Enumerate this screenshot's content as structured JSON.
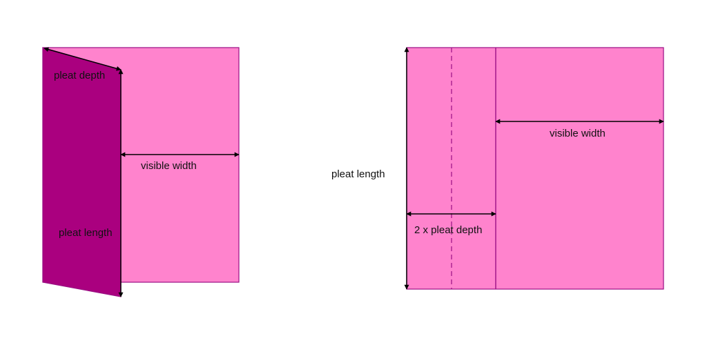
{
  "colors": {
    "panel_fill": "#ff83cd",
    "fold_fill": "#aa007f",
    "outline": "#9a0f84",
    "arrow": "#000000"
  },
  "left_diagram": {
    "label_pleat_depth": "pleat depth",
    "label_visible_width": "visible width",
    "label_pleat_length": "pleat length"
  },
  "right_diagram": {
    "label_visible_width": "visible width",
    "label_pleat_length": "pleat length",
    "label_double_pleat_depth": "2 x pleat depth"
  }
}
